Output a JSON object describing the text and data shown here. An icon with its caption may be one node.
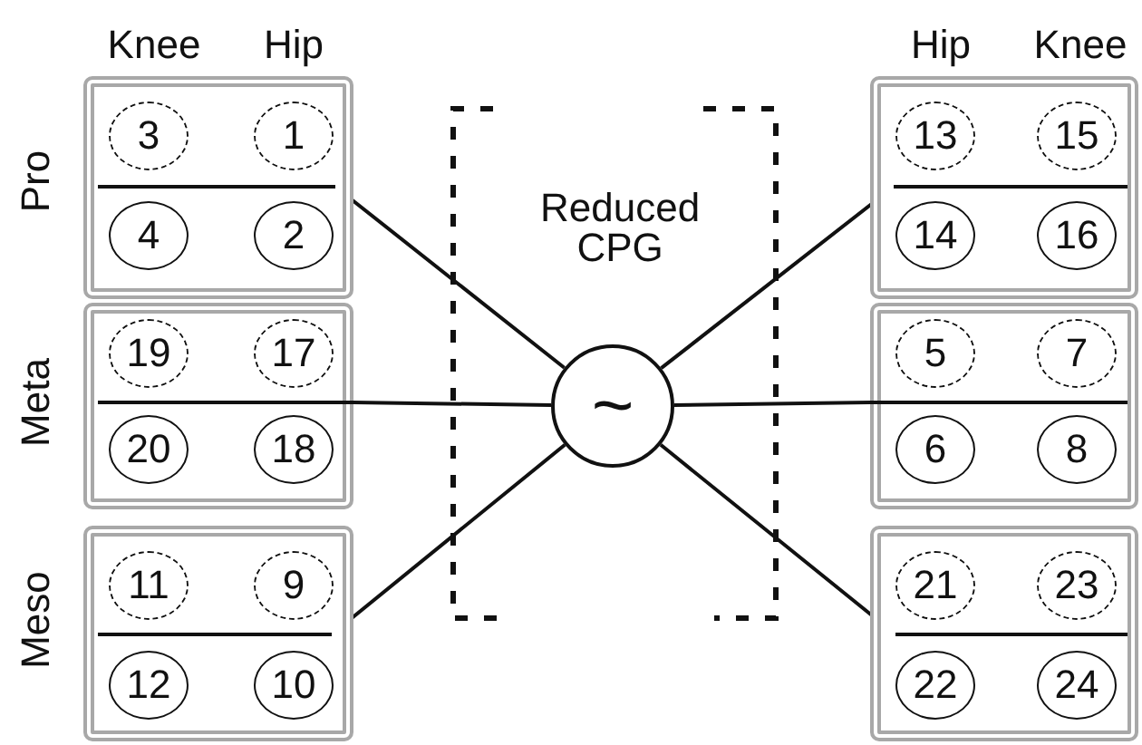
{
  "diagram": {
    "nodes": [
      {
        "text": [
          "Pro"
        ]
      },
      {
        "text": [
          "3"
        ],
        "in": 0
      },
      {
        "text": [
          "1"
        ],
        "in": 0
      },
      {
        "text": [
          "4"
        ],
        "in": 0
      },
      {
        "text": [
          "2"
        ],
        "in": 0
      },
      {
        "text": [
          "Meta"
        ]
      },
      {
        "text": [
          "19"
        ],
        "in": 5
      },
      {
        "text": [
          "17"
        ],
        "in": 5
      },
      {
        "text": [
          "20"
        ],
        "in": 5
      },
      {
        "text": [
          "18"
        ],
        "in": 5
      },
      {
        "text": [
          "Meso"
        ]
      },
      {
        "text": [
          "11"
        ],
        "in": 10
      },
      {
        "text": [
          "9"
        ],
        "in": 10
      },
      {
        "text": [
          "12"
        ],
        "in": 10
      },
      {
        "text": [
          "10"
        ],
        "in": 10
      },
      {
        "text": [
          "Reduced CPG"
        ]
      },
      {
        "text": [
          "~"
        ],
        "in": 15
      },
      {
        "text": [],
        "shape": "box"
      },
      {
        "text": [
          "13"
        ],
        "in": 17
      },
      {
        "text": [
          "15"
        ],
        "in": 17
      },
      {
        "text": [
          "14"
        ],
        "in": 17
      },
      {
        "text": [
          "16"
        ],
        "in": 17
      },
      {
        "text": [],
        "shape": "box"
      },
      {
        "text": [
          "5"
        ],
        "in": 22
      },
      {
        "text": [
          "7"
        ],
        "in": 22
      },
      {
        "text": [
          "6"
        ],
        "in": 22
      },
      {
        "text": [
          "8"
        ],
        "in": 22
      },
      {
        "text": [],
        "shape": "box"
      },
      {
        "text": [
          "21"
        ],
        "in": 27
      },
      {
        "text": [
          "23"
        ],
        "in": 27
      },
      {
        "text": [
          "22"
        ],
        "in": 27
      },
      {
        "text": [
          "24"
        ],
        "in": 27
      }
    ],
    "edges": [
      {
        "from": 16,
        "to": 0,
        "arrow": "none"
      },
      {
        "from": 16,
        "to": 5,
        "arrow": "none"
      },
      {
        "from": 16,
        "to": 10,
        "arrow": "none"
      },
      {
        "from": 16,
        "to": 17,
        "arrow": "none"
      },
      {
        "from": 16,
        "to": 22,
        "arrow": "none"
      },
      {
        "from": 16,
        "to": 27,
        "arrow": "none"
      }
    ],
    "labels": [
      "Knee",
      "Hip",
      "Hip",
      "Knee"
    ]
  }
}
